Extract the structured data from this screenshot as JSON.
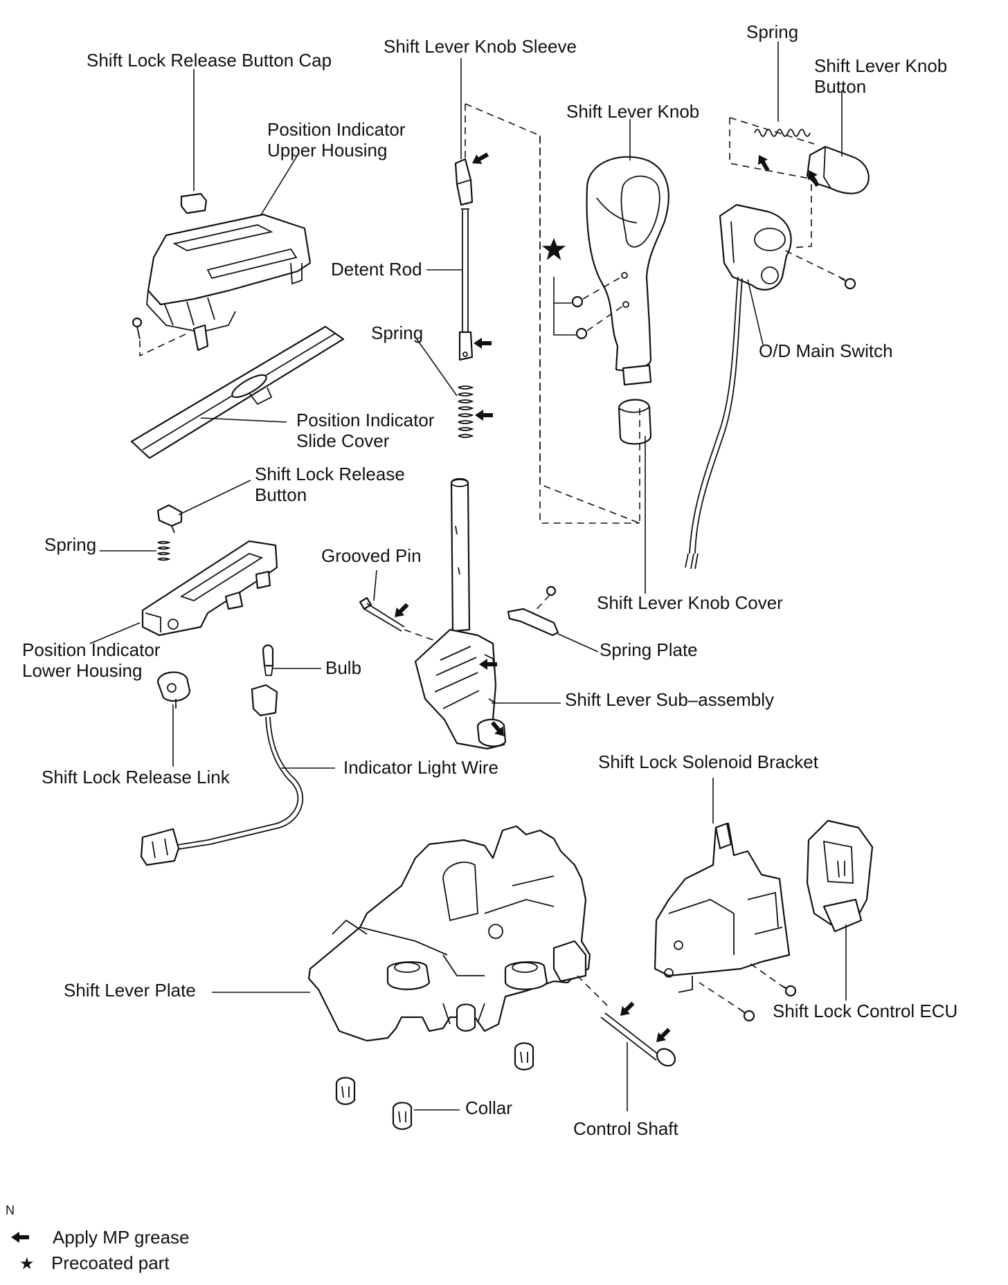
{
  "labels": {
    "shift_lock_release_button_cap": "Shift Lock Release Button Cap",
    "shift_lever_knob_sleeve": "Shift Lever Knob Sleeve",
    "spring_top": "Spring",
    "shift_lever_knob_button_1": "Shift Lever Knob",
    "shift_lever_knob_button_2": "Button",
    "shift_lever_knob": "Shift Lever Knob",
    "position_indicator_upper_housing_1": "Position Indicator",
    "position_indicator_upper_housing_2": "Upper Housing",
    "detent_rod": "Detent Rod",
    "spring_mid": "Spring",
    "od_main_switch": "O/D Main Switch",
    "position_indicator_slide_cover_1": "Position Indicator",
    "position_indicator_slide_cover_2": "Slide Cover",
    "shift_lock_release_button_1": "Shift Lock Release",
    "shift_lock_release_button_2": "Button",
    "spring_left": "Spring",
    "grooved_pin": "Grooved Pin",
    "shift_lever_knob_cover": "Shift Lever Knob Cover",
    "position_indicator_lower_housing_1": "Position  Indicator",
    "position_indicator_lower_housing_2": "Lower Housing",
    "bulb": "Bulb",
    "spring_plate": "Spring Plate",
    "shift_lever_sub_assembly": "Shift Lever Sub–assembly",
    "shift_lock_release_link": "Shift Lock Release Link",
    "indicator_light_wire": "Indicator Light Wire",
    "shift_lock_solenoid_bracket": "Shift Lock Solenoid Bracket",
    "shift_lever_plate": "Shift Lever Plate",
    "shift_lock_control_ecu": "Shift Lock Control ECU",
    "collar": "Collar",
    "control_shaft": "Control Shaft"
  },
  "corner_mark": "N",
  "legend": {
    "grease": "Apply MP grease",
    "precoated": "Precoated part",
    "star_symbol": "★"
  }
}
